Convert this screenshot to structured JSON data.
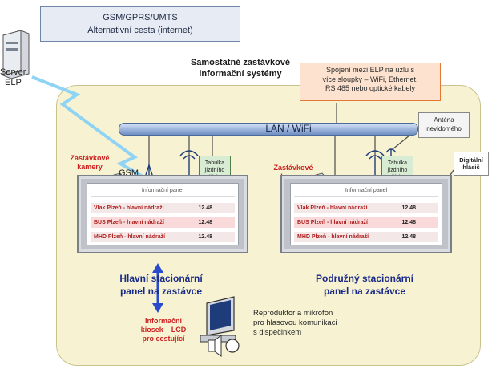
{
  "gsm_box": {
    "line1": "GSM/GPRS/UMTS",
    "line2": "Alternativní cesta (internet)"
  },
  "server": {
    "line1": "Server",
    "line2": "ELP"
  },
  "samostatne": {
    "line1": "Samostatné zastávkové",
    "line2": "informační systémy"
  },
  "spojeni": {
    "line1": "Spojení mezi ELP na uzlu s",
    "line2": "více sloupky – WiFi, Ethernet,",
    "line3": "RS 485 nebo optické kabely"
  },
  "lan": {
    "label": "LAN / WiFi"
  },
  "antena": {
    "line1": "Anténa",
    "line2": "nevidomého"
  },
  "gsm_label": "GSM",
  "cameras": {
    "line1": "Zastávkové",
    "line2": "kamery"
  },
  "tabulka": {
    "line1": "Tabulka",
    "line2": "jízdního řádu"
  },
  "digital_hlasic": {
    "line1": "Digitální",
    "line2": "hlásič"
  },
  "panel_header": "Informační panel",
  "panel_rows": [
    {
      "route": "Vlak Plzeň - hlavní nádraží",
      "time": "12.48"
    },
    {
      "route": "BUS  Plzeň - hlavní nádraží",
      "time": "12.48"
    },
    {
      "route": "MHD  Plzeň - hlavní nádraží",
      "time": "12.48"
    }
  ],
  "main_panel": {
    "line1": "Hlavní stacionární",
    "line2": "panel na zastávce"
  },
  "secondary_panel": {
    "line1": "Podružný stacionární",
    "line2": "panel na zastávce"
  },
  "kiosk": {
    "line1": "Informační",
    "line2": "kiosek – LCD",
    "line3": "pro cestující"
  },
  "reproduktor": {
    "line1": "Reproduktor a mikrofon",
    "line2": "pro hlasovou komunikaci",
    "line3": "s dispečinkem"
  },
  "colors": {
    "yard": "#f7f3d2",
    "lan": "#9fb6dd",
    "callout": "#fde3cf",
    "accent_red": "#cc2222",
    "panel_title": "#1a2a88",
    "link_blue": "#2a4ccc",
    "lightning": "#8fd3f5"
  }
}
